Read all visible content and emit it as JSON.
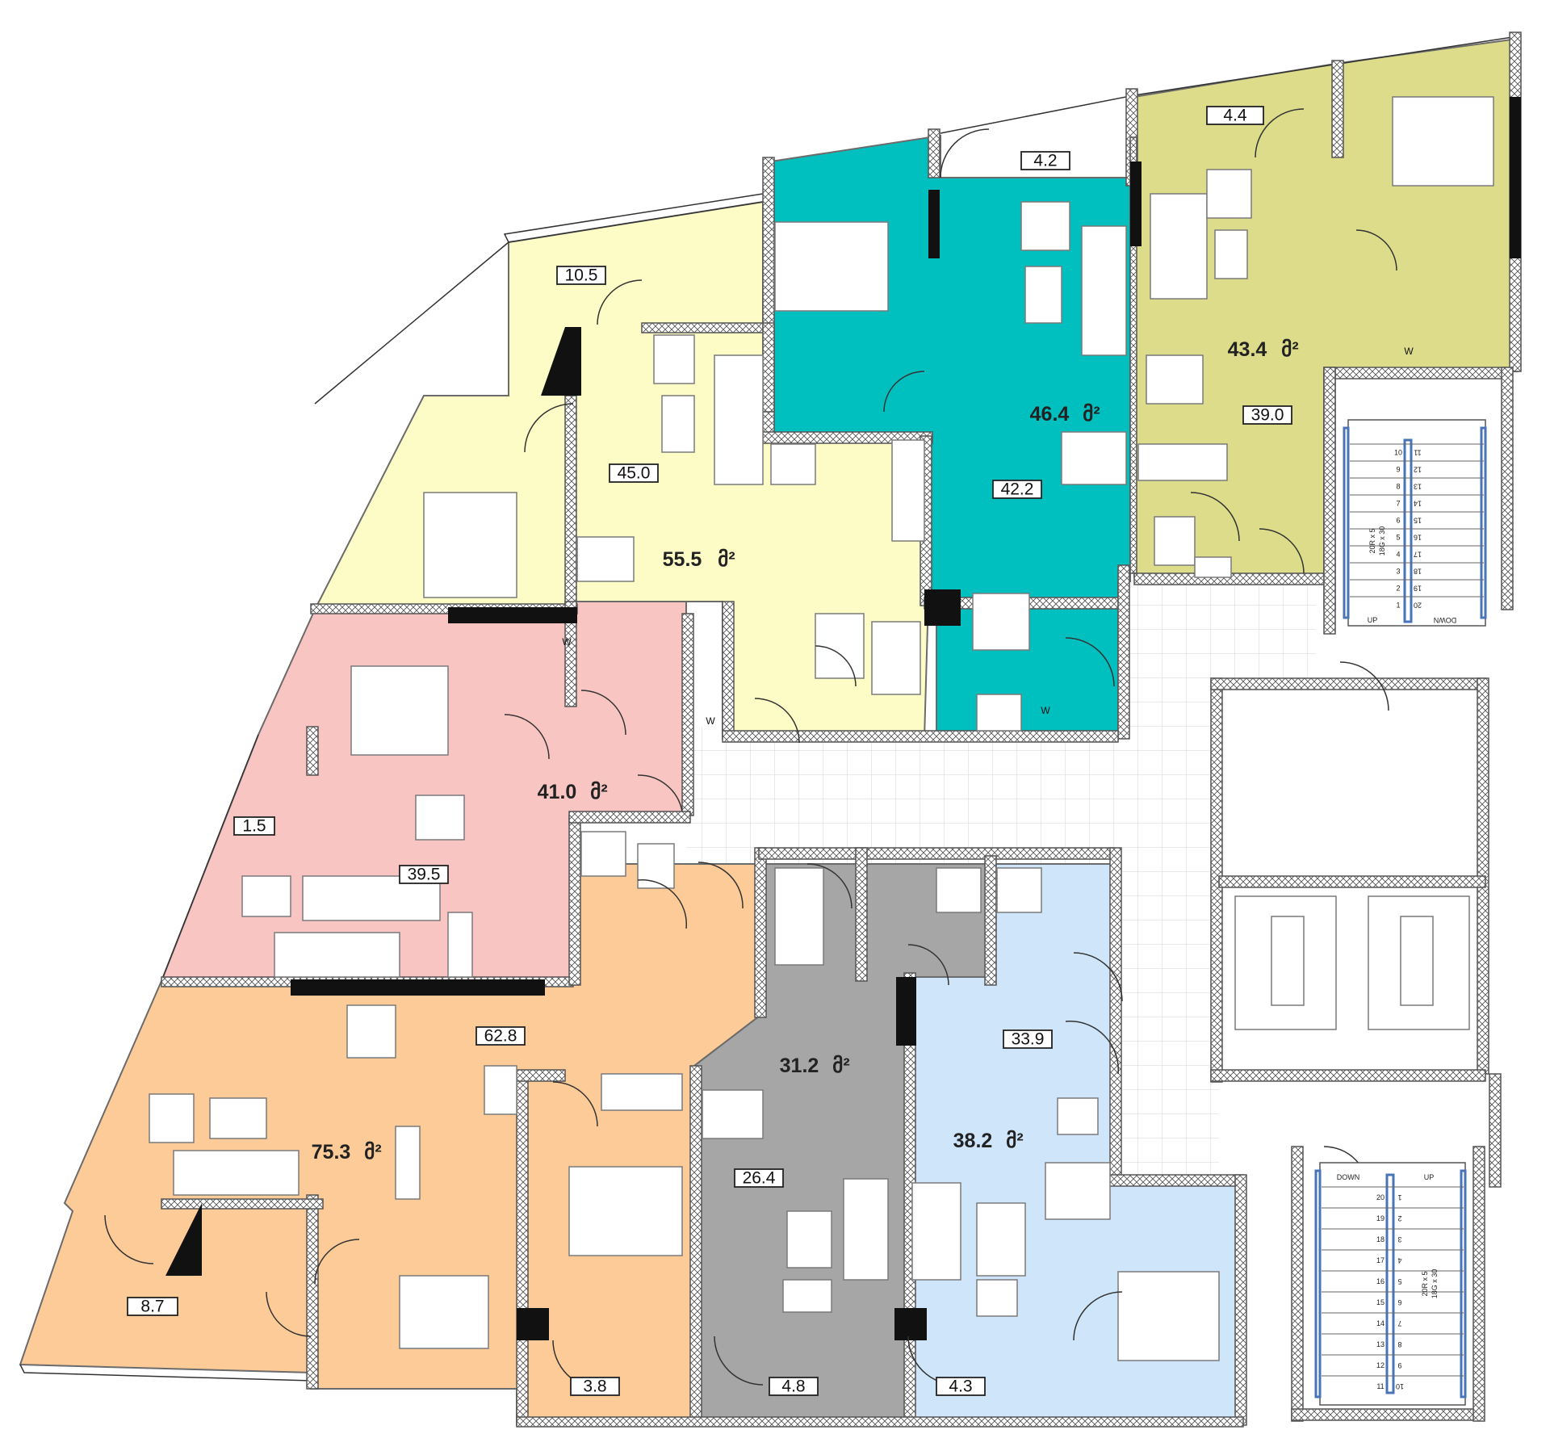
{
  "colors": {
    "yellow_unit": "#fdfbc6",
    "teal_unit": "#00bfbf",
    "olive_unit": "#dcdc8a",
    "pink_unit": "#f9c5c2",
    "orange_unit": "#fccb98",
    "gray_unit": "#a6a6a6",
    "blue_unit": "#cfe6fa",
    "corridor": "#ffffff"
  },
  "units": [
    {
      "id": "yellow",
      "total_area": "55.5",
      "unit_suffix": "მ²",
      "living_area": "45.0",
      "balcony_area": "10.5"
    },
    {
      "id": "teal",
      "total_area": "46.4",
      "unit_suffix": "მ²",
      "living_area": "42.2",
      "balcony_area": "4.2"
    },
    {
      "id": "olive",
      "total_area": "43.4",
      "unit_suffix": "მ²",
      "living_area": "39.0",
      "balcony_area": "4.4"
    },
    {
      "id": "pink",
      "total_area": "41.0",
      "unit_suffix": "მ²",
      "living_area": "39.5",
      "balcony_area": "1.5"
    },
    {
      "id": "orange",
      "total_area": "75.3",
      "unit_suffix": "მ²",
      "living_area": "62.8",
      "balcony_area_a": "8.7",
      "balcony_area_b": "3.8"
    },
    {
      "id": "gray",
      "total_area": "31.2",
      "unit_suffix": "მ²",
      "living_area": "26.4",
      "balcony_area": "4.8"
    },
    {
      "id": "blue",
      "total_area": "38.2",
      "unit_suffix": "მ²",
      "living_area": "33.9",
      "balcony_area": "4.3"
    }
  ],
  "appliance_labels": {
    "washer": "W"
  },
  "stairs": {
    "upper": {
      "up_label": "UP",
      "down_label": "DOWN",
      "spec_line_1": "20R x 5",
      "spec_line_2": "18G x 30",
      "steps_left": [
        "10",
        "9",
        "8",
        "7",
        "6",
        "5",
        "4",
        "3",
        "2",
        "1"
      ],
      "steps_right": [
        "11",
        "12",
        "13",
        "14",
        "15",
        "16",
        "17",
        "18",
        "19",
        "20"
      ]
    },
    "lower": {
      "up_label": "UP",
      "down_label": "DOWN",
      "spec_line_1": "20R x 5",
      "spec_line_2": "18G x 30",
      "steps_left": [
        "20",
        "19",
        "18",
        "17",
        "16",
        "15",
        "14",
        "13",
        "12",
        "11"
      ],
      "steps_right": [
        "1",
        "2",
        "3",
        "4",
        "5",
        "6",
        "7",
        "8",
        "9",
        "10"
      ]
    }
  }
}
